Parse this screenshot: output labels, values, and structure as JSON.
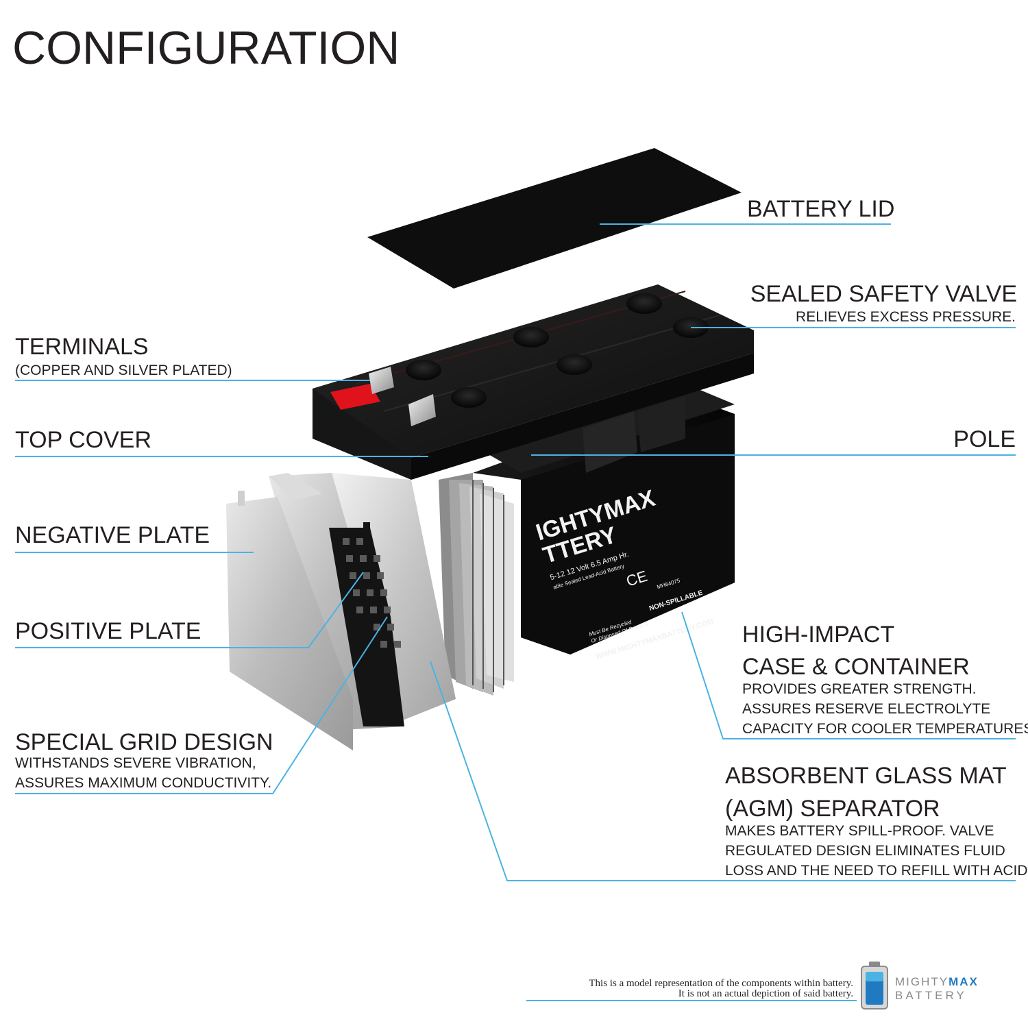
{
  "title": "CONFIGURATION",
  "labels": {
    "battery_lid": "BATTERY LID",
    "safety_valve": "SEALED SAFETY VALVE",
    "safety_valve_sub": "RELIEVES EXCESS PRESSURE.",
    "terminals": "TERMINALS",
    "terminals_sub": "(COPPER AND SILVER PLATED)",
    "top_cover": "TOP COVER",
    "pole": "POLE",
    "negative_plate": "NEGATIVE PLATE",
    "positive_plate": "POSITIVE PLATE",
    "grid_design": "SPECIAL GRID DESIGN",
    "grid_design_sub1": "WITHSTANDS SEVERE VIBRATION,",
    "grid_design_sub2": "ASSURES MAXIMUM CONDUCTIVITY.",
    "case_line1": "HIGH-IMPACT",
    "case_line2": "CASE & CONTAINER",
    "case_sub1": "PROVIDES GREATER STRENGTH.",
    "case_sub2": "ASSURES RESERVE ELECTROLYTE",
    "case_sub3": "CAPACITY FOR COOLER TEMPERATURES.",
    "agm_line1": "ABSORBENT GLASS MAT",
    "agm_line2": "(AGM) SEPARATOR",
    "agm_sub1": "MAKES BATTERY SPILL-PROOF. VALVE",
    "agm_sub2": "REGULATED DESIGN ELIMINATES FLUID",
    "agm_sub3": "LOSS AND THE NEED TO REFILL WITH ACID."
  },
  "battery_label": {
    "brand_line1": "IGHTYMAX",
    "brand_line2": "TTERY",
    "model": "5-12 12 Volt 6.5 Amp Hr.",
    "type": "able Sealed Lead-Acid Battery",
    "ce": "CE",
    "ul_code": "MH64075",
    "non_spillable": "NON-SPILLABLE",
    "recycle1": "Must Be Recycled",
    "recycle2": "Or Disposed Of Properly",
    "website": "WWW.MIGHTYMAXBATTERY.COM"
  },
  "footer": {
    "disclaimer1": "This is a model representation of the components within battery.",
    "disclaimer2": "It is not an actual depiction of said battery.",
    "brand_mighty": "MIGHTY",
    "brand_max": "MAX",
    "brand_battery": "BATTERY"
  },
  "colors": {
    "leader_line": "#4ab3e2",
    "text": "#231f20",
    "battery_body": "#111111",
    "terminal_red": "#e0121b",
    "plate_silver": "#b9b9b9"
  }
}
